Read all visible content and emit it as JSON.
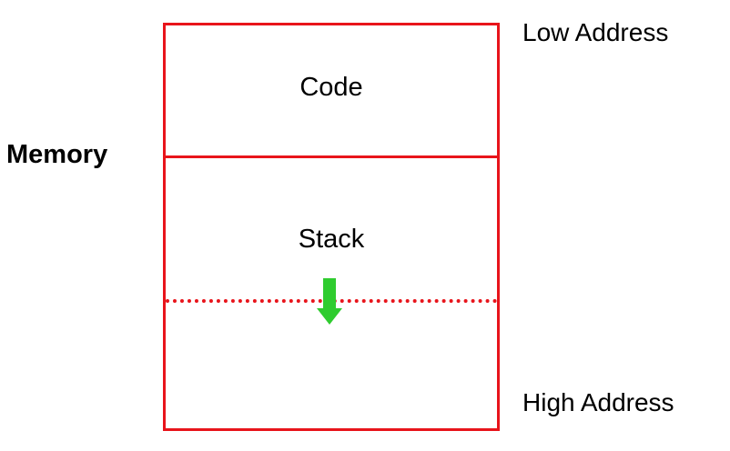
{
  "diagram": {
    "memory_label": "Memory",
    "low_address_label": "Low Address",
    "high_address_label": "High Address",
    "sections": {
      "code": "Code",
      "stack": "Stack"
    },
    "arrow_icon": "arrow-down-icon",
    "colors": {
      "border": "#e8141b",
      "arrow": "#2fcc2f"
    }
  }
}
